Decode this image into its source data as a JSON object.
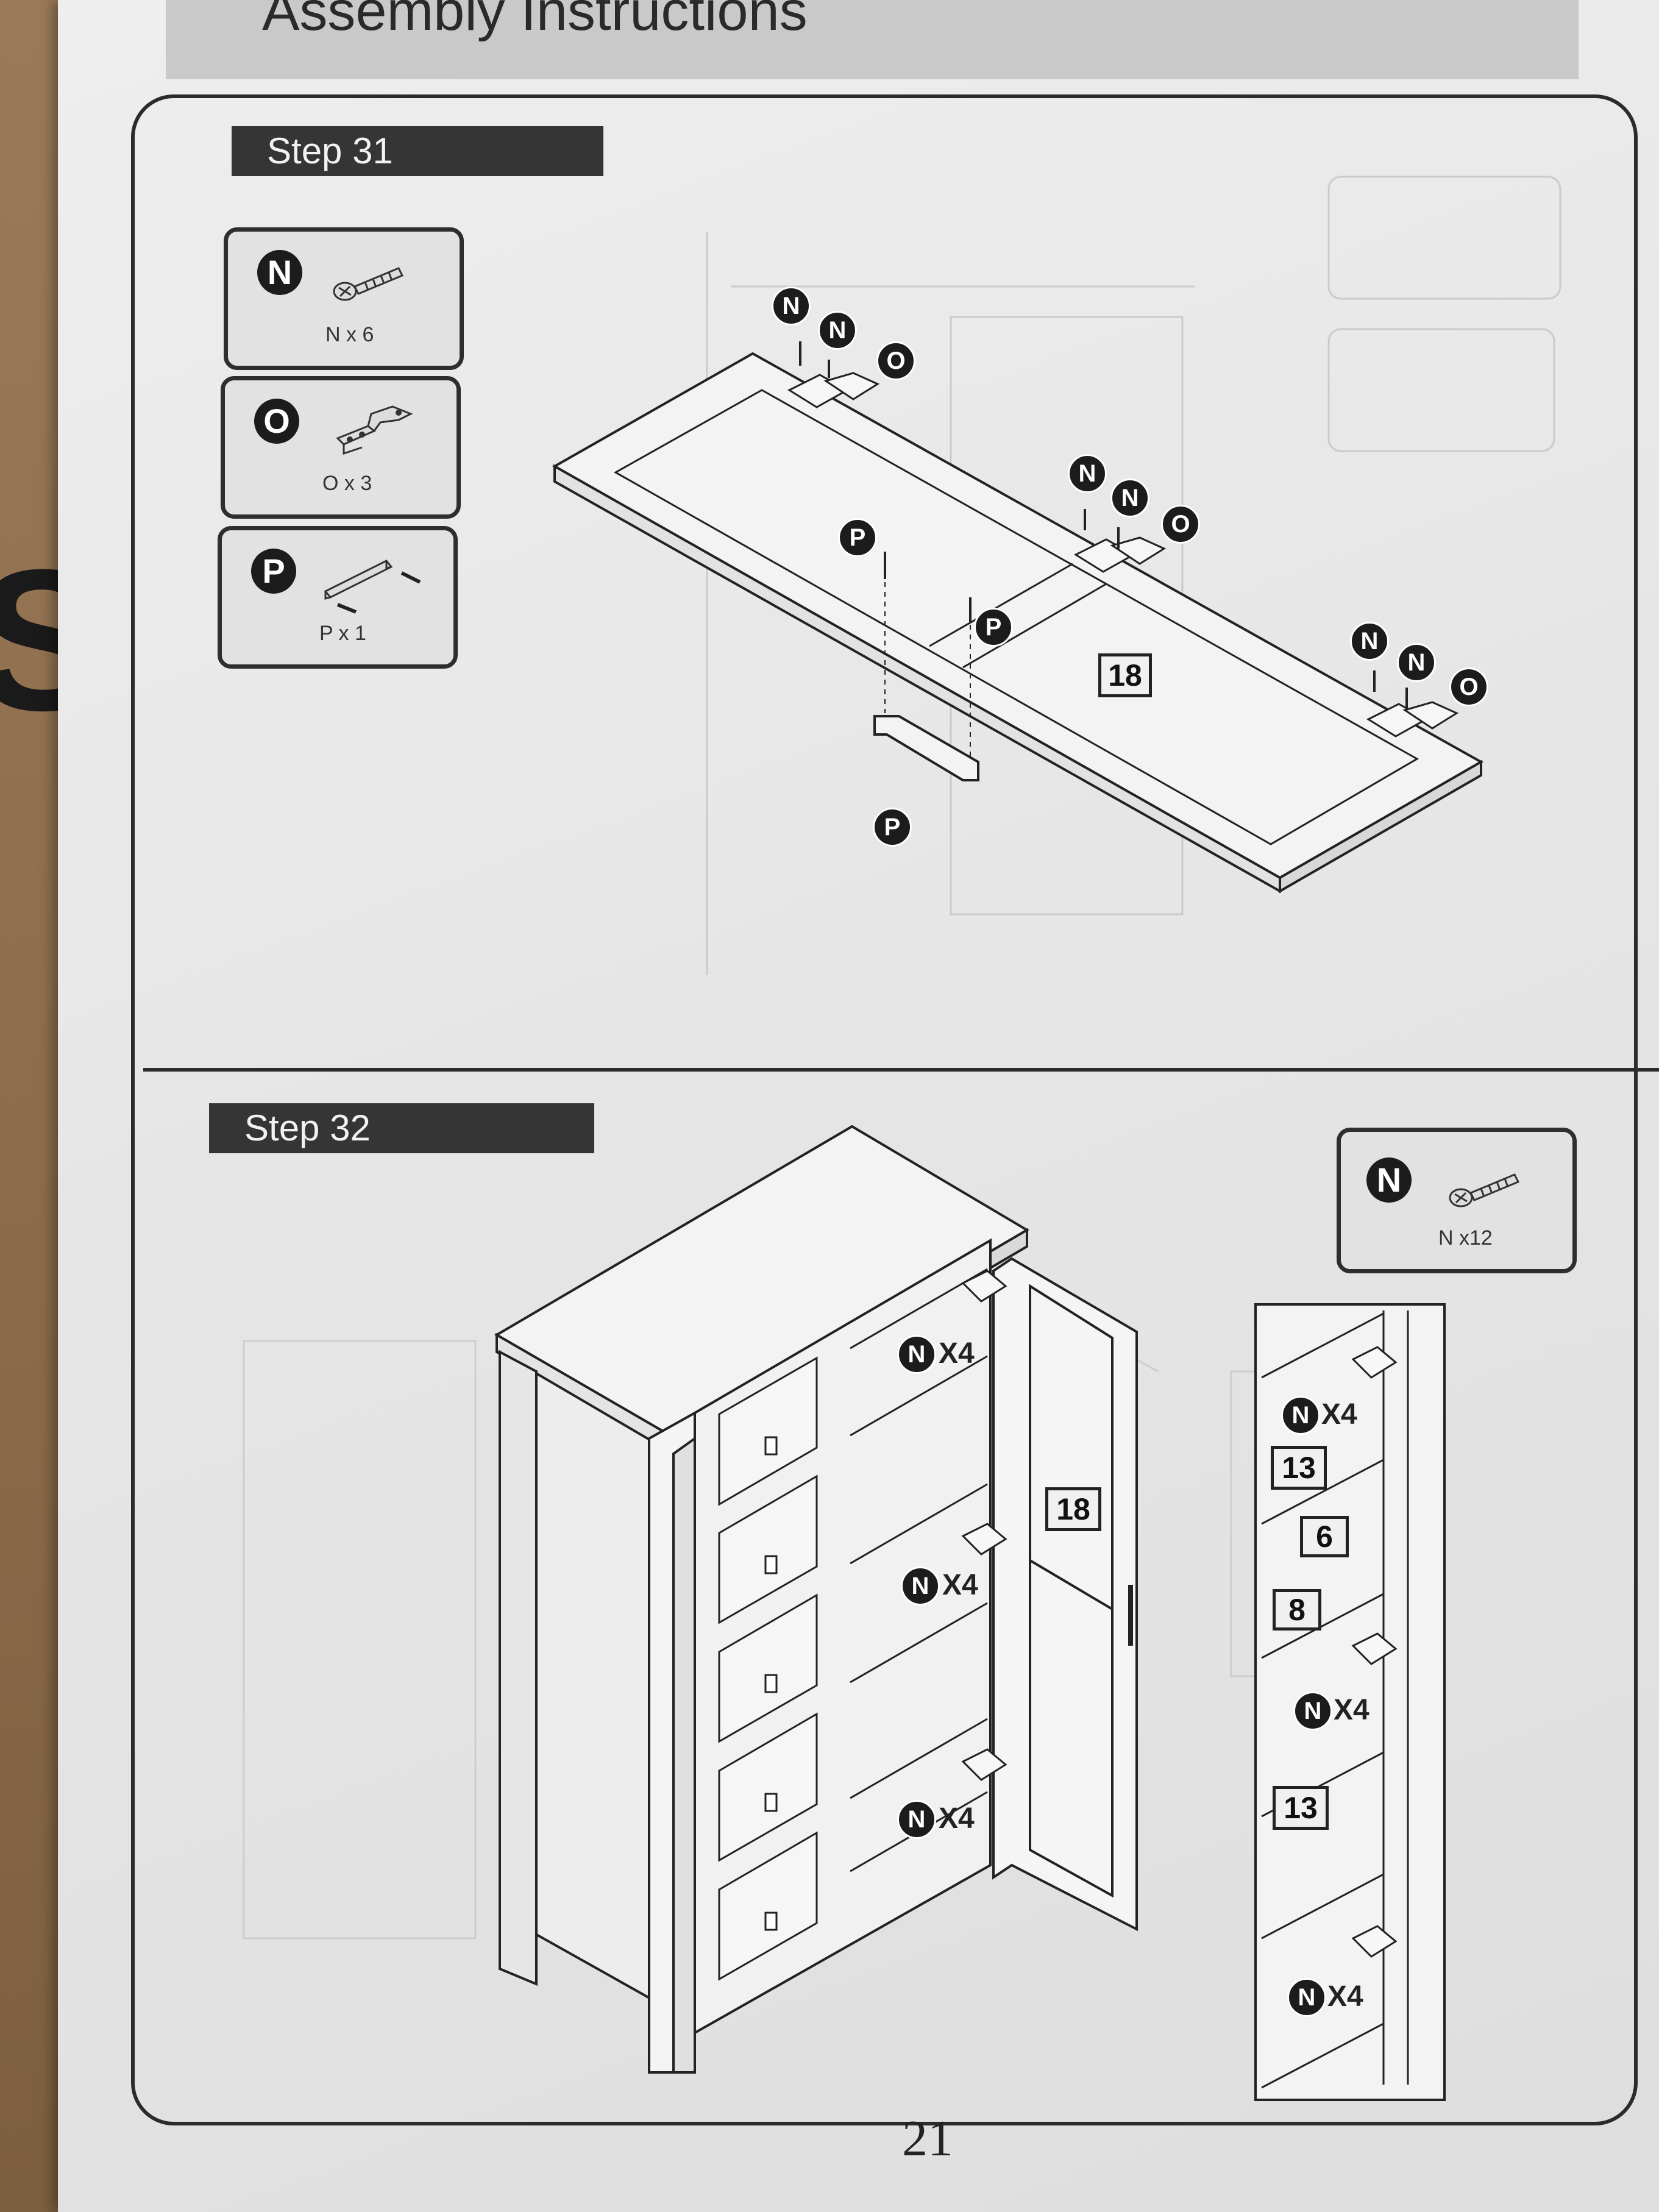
{
  "header": {
    "title": "Assembly Instructions"
  },
  "step31": {
    "label": "Step 31",
    "parts": [
      {
        "letter": "N",
        "count": "N x 6",
        "icon": "screw-icon"
      },
      {
        "letter": "O",
        "count": "O x 3",
        "icon": "hinge-icon"
      },
      {
        "letter": "P",
        "count": "P x 1",
        "icon": "handle-icon"
      }
    ],
    "panel_number": "18",
    "callouts": {
      "n": "N",
      "o": "O",
      "p": "P"
    }
  },
  "step32": {
    "label": "Step 32",
    "part": {
      "letter": "N",
      "count": "N x12",
      "icon": "screw-icon"
    },
    "door_number": "18",
    "qty_label": "X4",
    "detail_panels": [
      "13",
      "6",
      "8",
      "13"
    ]
  },
  "page_number": "21"
}
